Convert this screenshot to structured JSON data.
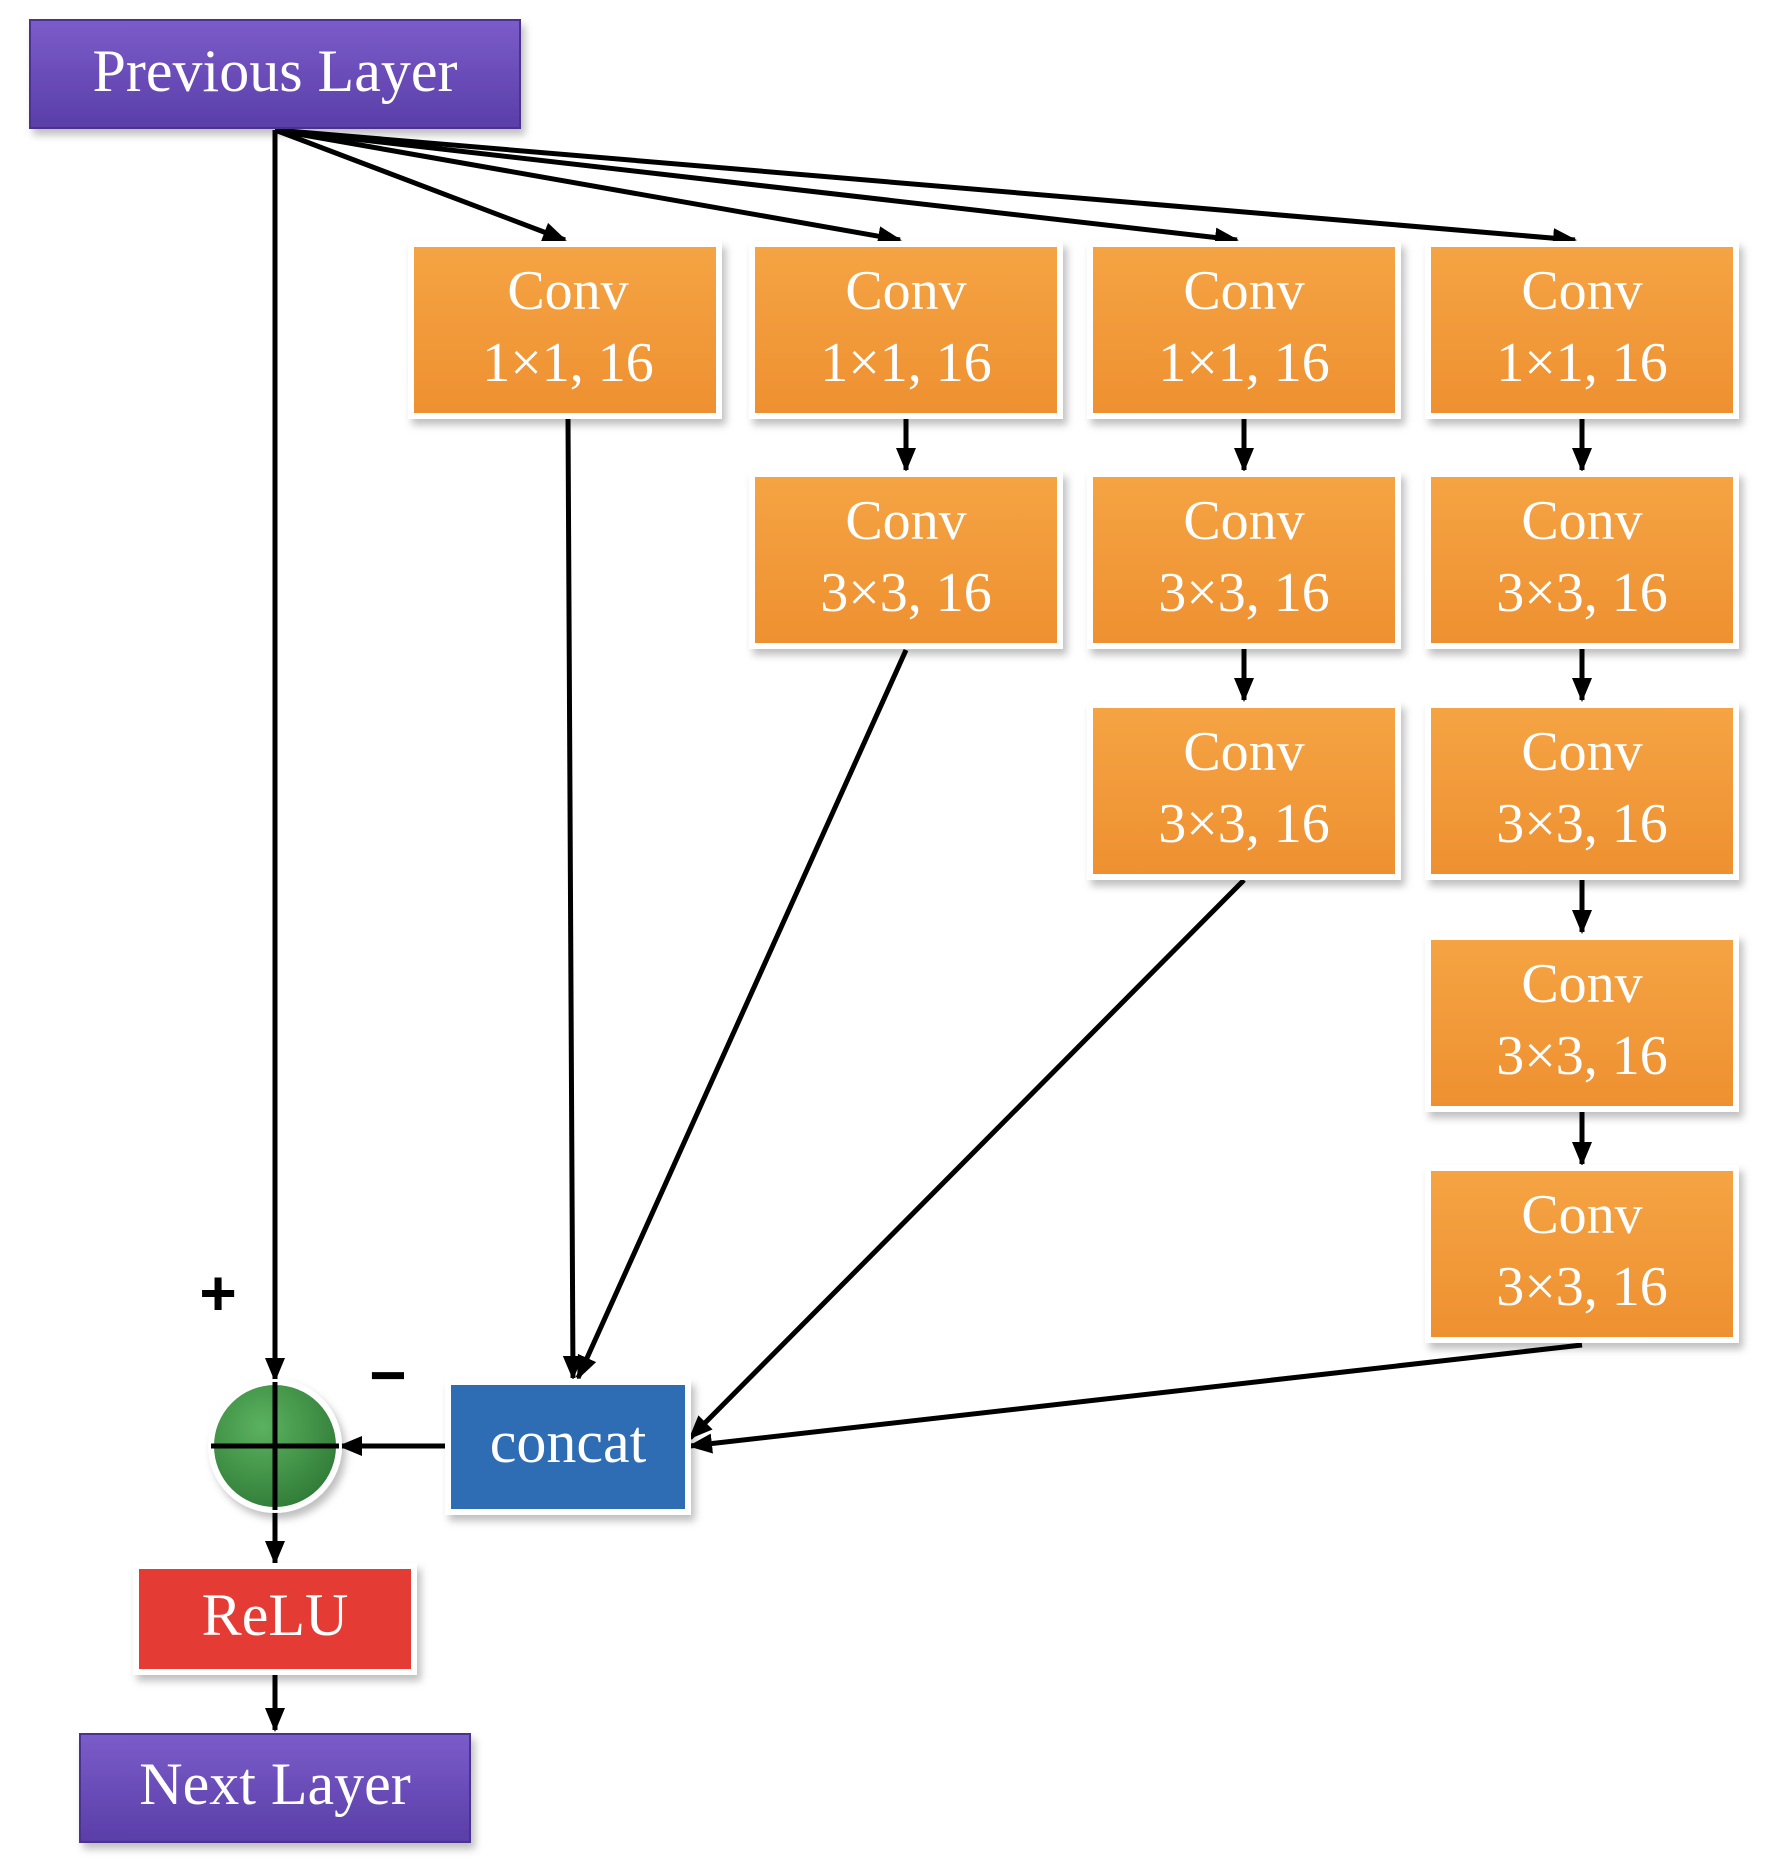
{
  "nodes": {
    "previous_layer": "Previous Layer",
    "next_layer": "Next Layer",
    "relu": "ReLU",
    "concat": "concat",
    "conv_title": "Conv",
    "conv_1x1": "1×1, 16",
    "conv_3x3": "3×3, 16"
  },
  "signs": {
    "plus": "+",
    "minus": "−"
  },
  "colors": {
    "layer_purple": "#6a4bb8",
    "conv_orange": "#f29a38",
    "concat_blue": "#2e6db4",
    "relu_red": "#e53a36",
    "sum_green": "#3f8f45"
  },
  "icons": {
    "sum_node": "circled-plus-icon"
  }
}
